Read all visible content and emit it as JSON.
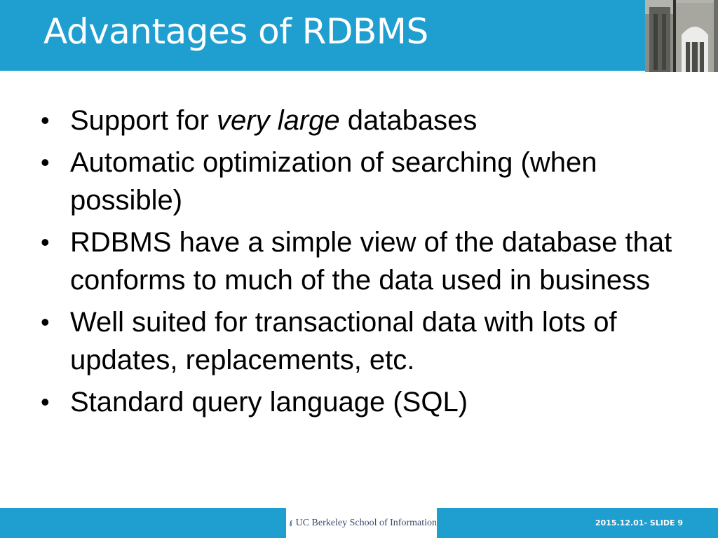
{
  "slide": {
    "title": "Advantages of RDBMS",
    "bullets": [
      {
        "pre": "Support for ",
        "em": "very large",
        "post": " databases"
      },
      {
        "text": "Automatic optimization of searching (when possible)"
      },
      {
        "text": "RDBMS have a simple view of  the database that conforms to much of the data used in business"
      },
      {
        "text": "Well suited for transactional data with lots of updates, replacements, etc."
      },
      {
        "text": "Standard query language (SQL)"
      }
    ],
    "bullet_char": "•"
  },
  "footer": {
    "logo_text": "UC Berkeley School of Information",
    "slide_number": "2015.12.01- SLIDE 9"
  },
  "colors": {
    "accent": "#1f9ed0",
    "text": "#000000"
  },
  "icons": {
    "header_photo": "building-photo",
    "logo": "ischool-logo-icon"
  }
}
